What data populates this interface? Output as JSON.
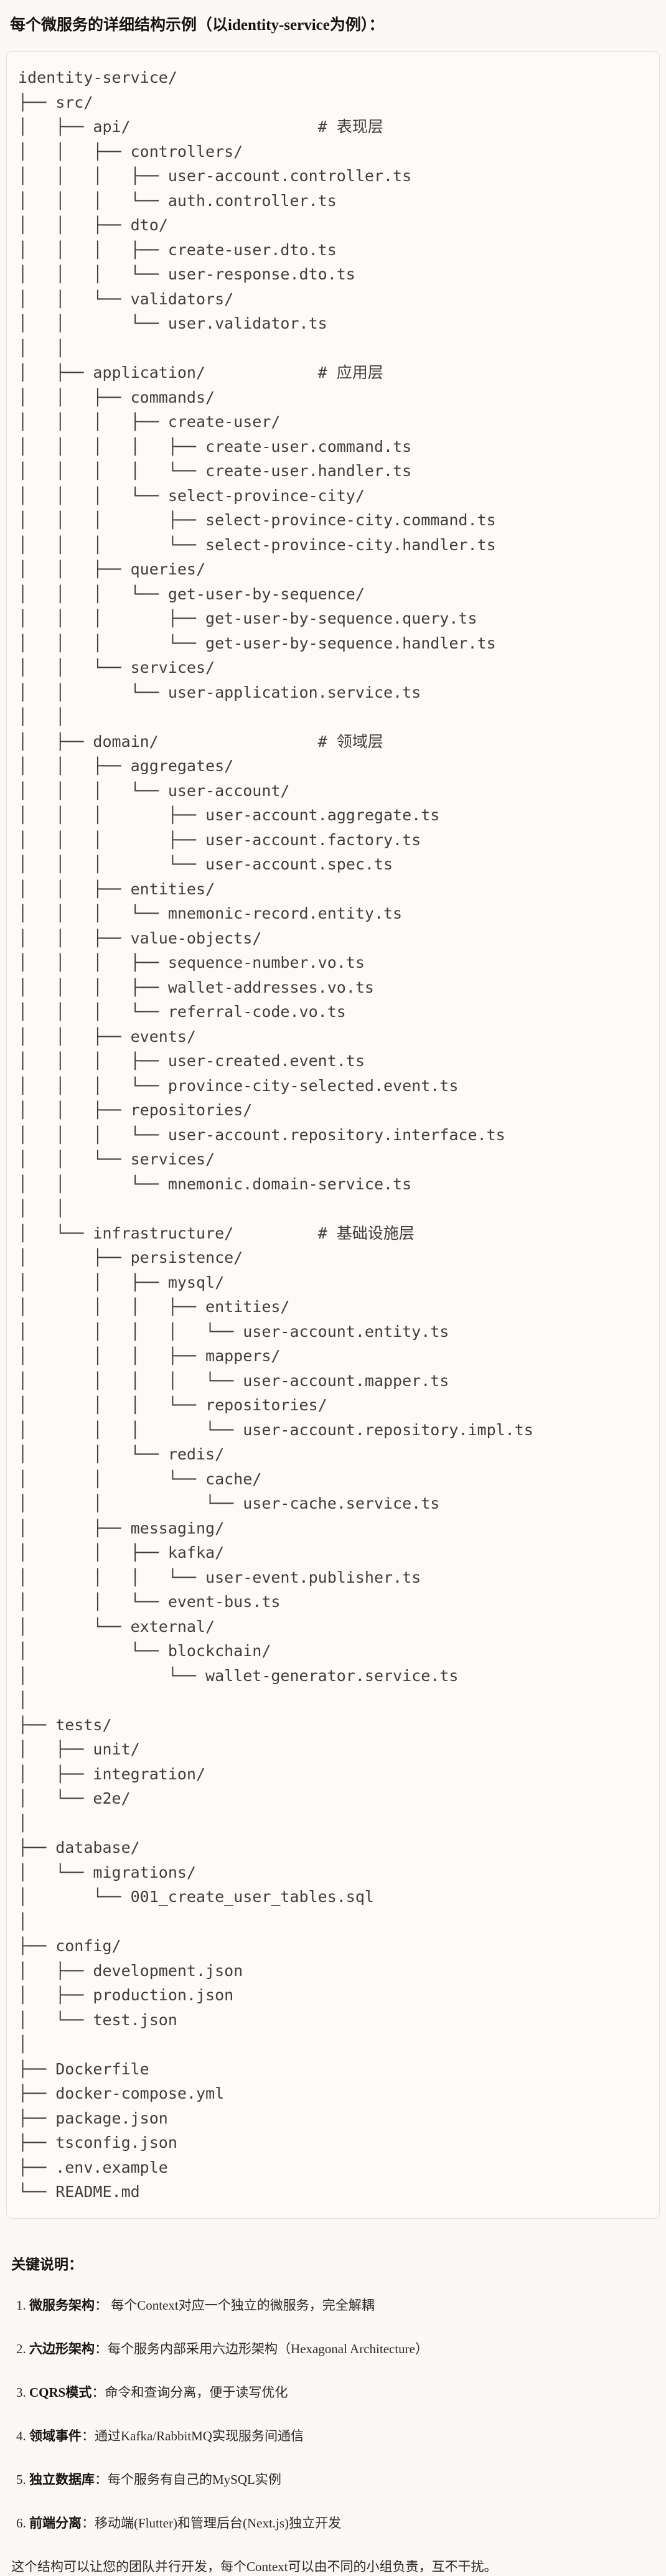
{
  "page": {
    "title": "每个微服务的详细结构示例（以identity-service为例）："
  },
  "code_block": {
    "lines": [
      "identity-service/",
      "├── src/",
      "│   ├── api/                    # 表现层",
      "│   │   ├── controllers/",
      "│   │   │   ├── user-account.controller.ts",
      "│   │   │   └── auth.controller.ts",
      "│   │   ├── dto/",
      "│   │   │   ├── create-user.dto.ts",
      "│   │   │   └── user-response.dto.ts",
      "│   │   └── validators/",
      "│   │       └── user.validator.ts",
      "│   │",
      "│   ├── application/            # 应用层",
      "│   │   ├── commands/",
      "│   │   │   ├── create-user/",
      "│   │   │   │   ├── create-user.command.ts",
      "│   │   │   │   └── create-user.handler.ts",
      "│   │   │   └── select-province-city/",
      "│   │   │       ├── select-province-city.command.ts",
      "│   │   │       └── select-province-city.handler.ts",
      "│   │   ├── queries/",
      "│   │   │   └── get-user-by-sequence/",
      "│   │   │       ├── get-user-by-sequence.query.ts",
      "│   │   │       └── get-user-by-sequence.handler.ts",
      "│   │   └── services/",
      "│   │       └── user-application.service.ts",
      "│   │",
      "│   ├── domain/                 # 领域层",
      "│   │   ├── aggregates/",
      "│   │   │   └── user-account/",
      "│   │   │       ├── user-account.aggregate.ts",
      "│   │   │       ├── user-account.factory.ts",
      "│   │   │       └── user-account.spec.ts",
      "│   │   ├── entities/",
      "│   │   │   └── mnemonic-record.entity.ts",
      "│   │   ├── value-objects/",
      "│   │   │   ├── sequence-number.vo.ts",
      "│   │   │   ├── wallet-addresses.vo.ts",
      "│   │   │   └── referral-code.vo.ts",
      "│   │   ├── events/",
      "│   │   │   ├── user-created.event.ts",
      "│   │   │   └── province-city-selected.event.ts",
      "│   │   ├── repositories/",
      "│   │   │   └── user-account.repository.interface.ts",
      "│   │   └── services/",
      "│   │       └── mnemonic.domain-service.ts",
      "│   │",
      "│   └── infrastructure/         # 基础设施层",
      "│       ├── persistence/",
      "│       │   ├── mysql/",
      "│       │   │   ├── entities/",
      "│       │   │   │   └── user-account.entity.ts",
      "│       │   │   ├── mappers/",
      "│       │   │   │   └── user-account.mapper.ts",
      "│       │   │   └── repositories/",
      "│       │   │       └── user-account.repository.impl.ts",
      "│       │   └── redis/",
      "│       │       └── cache/",
      "│       │           └── user-cache.service.ts",
      "│       ├── messaging/",
      "│       │   ├── kafka/",
      "│       │   │   └── user-event.publisher.ts",
      "│       │   └── event-bus.ts",
      "│       └── external/",
      "│           └── blockchain/",
      "│               └── wallet-generator.service.ts",
      "│",
      "├── tests/",
      "│   ├── unit/",
      "│   ├── integration/",
      "│   └── e2e/",
      "│",
      "├── database/",
      "│   └── migrations/",
      "│       └── 001_create_user_tables.sql",
      "│",
      "├── config/",
      "│   ├── development.json",
      "│   ├── production.json",
      "│   └── test.json",
      "│",
      "├── Dockerfile",
      "├── docker-compose.yml",
      "├── package.json",
      "├── tsconfig.json",
      "├── .env.example",
      "└── README.md"
    ]
  },
  "notes": {
    "heading": "关键说明：",
    "items": [
      {
        "num": "1. ",
        "label": "微服务架构",
        "text": "： 每个Context对应一个独立的微服务，完全解耦"
      },
      {
        "num": "2. ",
        "label": "六边形架构",
        "text": "：每个服务内部采用六边形架构（Hexagonal Architecture）"
      },
      {
        "num": "3. ",
        "label": "CQRS模式",
        "text": "：命令和查询分离，便于读写优化"
      },
      {
        "num": "4. ",
        "label": "领域事件",
        "text": "：通过Kafka/RabbitMQ实现服务间通信"
      },
      {
        "num": "5. ",
        "label": "独立数据库",
        "text": "：每个服务有自己的MySQL实例"
      },
      {
        "num": "6. ",
        "label": "前端分离",
        "text": "：移动端(Flutter)和管理后台(Next.js)独立开发"
      }
    ],
    "footer": "这个结构可以让您的团队并行开发，每个Context可以由不同的小组负责，互不干扰。"
  }
}
